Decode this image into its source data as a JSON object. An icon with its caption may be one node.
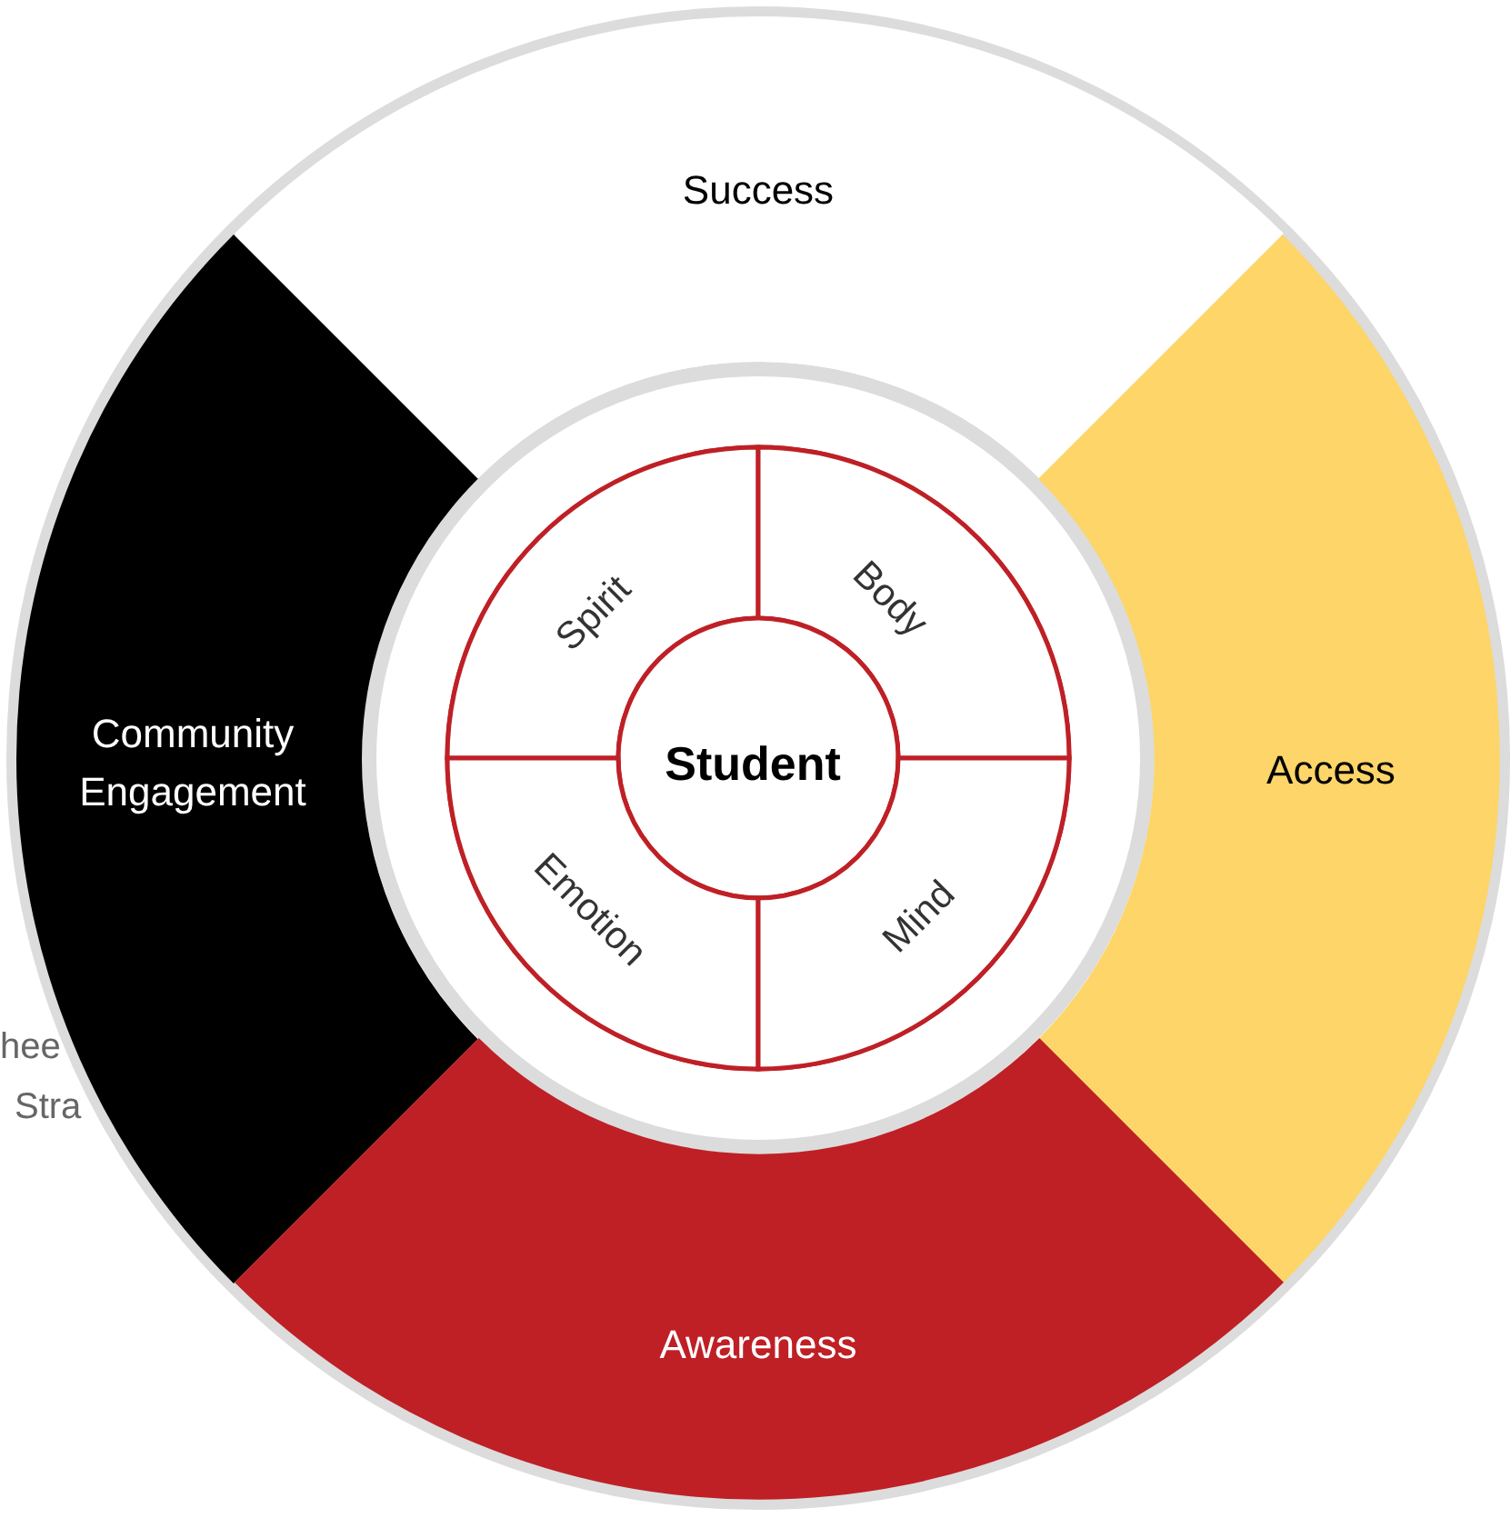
{
  "diagram": {
    "nodes": [
      {
        "text": [
          "Success"
        ]
      },
      {
        "text": [
          "Community Engagement"
        ]
      },
      {
        "text": [
          "Access"
        ]
      },
      {
        "text": [
          "Awareness"
        ]
      },
      {
        "text": [],
        "shape": "circle"
      },
      {
        "text": [
          "Spirit"
        ],
        "in": 4
      },
      {
        "text": [
          "Body"
        ],
        "in": 4
      },
      {
        "text": [
          "Student"
        ],
        "in": 4
      },
      {
        "text": [
          "Emotion"
        ],
        "in": 4
      },
      {
        "text": [
          "Mind"
        ],
        "in": 4
      }
    ],
    "labels": [
      "hee",
      "Stra"
    ]
  }
}
